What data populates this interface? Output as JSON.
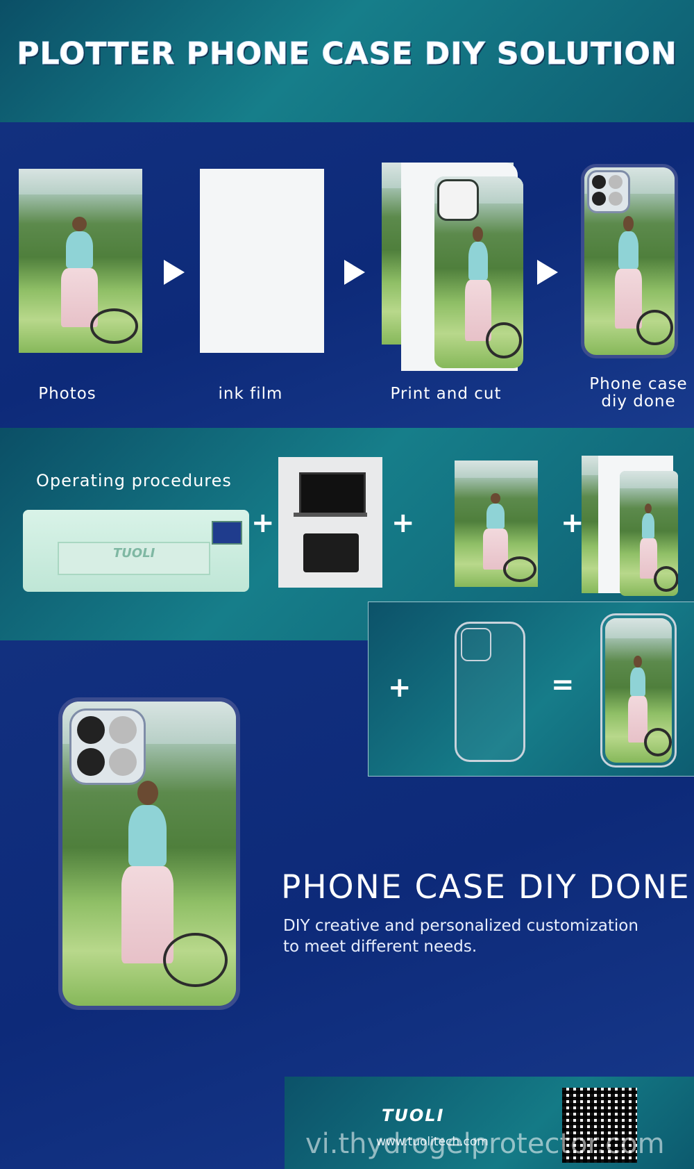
{
  "title": "PLOTTER PHONE CASE DIY SOLUTION",
  "steps": [
    {
      "label": "Photos"
    },
    {
      "label": "ink film"
    },
    {
      "label": "Print and cut"
    },
    {
      "label_line1": "Phone case",
      "label_line2": "diy done"
    }
  ],
  "procedures": {
    "heading": "Operating procedures",
    "brand_on_plotter": "TUOLI",
    "plus": "+",
    "equals": "="
  },
  "done": {
    "heading": "PHONE CASE DIY DONE",
    "line1": "DIY creative and personalized customization",
    "line2": "to meet different needs."
  },
  "footer": {
    "brand": "TUOLI",
    "url": "www.tuolitech.com",
    "watermark": "vi.thydrogelprotector.com"
  }
}
